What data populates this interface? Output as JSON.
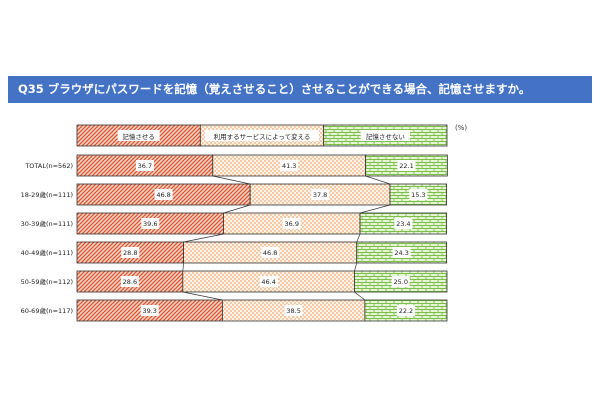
{
  "title": "Q35 ブラウザにパスワードを記憶（覚えさせること）させることができる場合、記憶させますか。",
  "chart_data": {
    "type": "bar",
    "orientation": "horizontal",
    "stacked": true,
    "percent_unit": "(%)",
    "legend_position": "top",
    "xlim": [
      0,
      100
    ],
    "categories": [
      "TOTAL(n=562)",
      "18-29歳(n=111)",
      "30-39歳(n=111)",
      "40-49歳(n=111)",
      "50-59歳(n=112)",
      "60-69歳(n=117)"
    ],
    "series": [
      {
        "name": "記憶させる",
        "values": [
          36.7,
          46.8,
          39.6,
          28.8,
          28.6,
          39.3
        ],
        "color": "#e8704a",
        "pattern": "diagonal"
      },
      {
        "name": "利用するサービスによって変える",
        "values": [
          41.3,
          37.8,
          36.9,
          46.8,
          46.4,
          38.5
        ],
        "color": "#f4a460",
        "pattern": "dots"
      },
      {
        "name": "記憶させない",
        "values": [
          22.1,
          15.3,
          23.4,
          24.3,
          25.0,
          22.2
        ],
        "color": "#9bd070",
        "pattern": "brick"
      }
    ]
  }
}
